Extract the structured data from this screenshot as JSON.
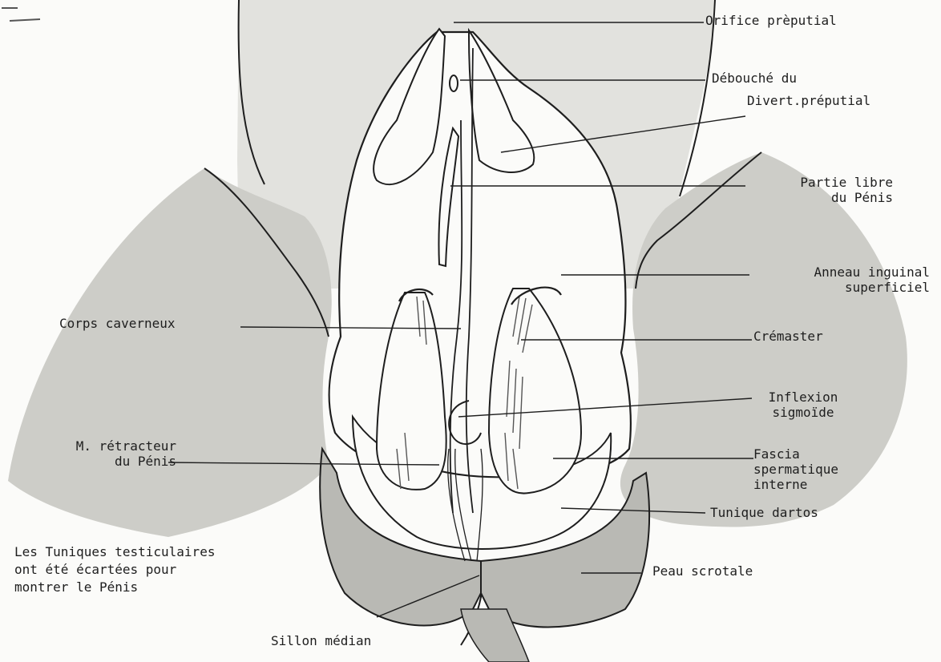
{
  "labels": {
    "orifice_preputial": "Orifice prèputial",
    "debouche_du": "Débouché du",
    "divert_preputial": "Divert.préputial",
    "partie_libre_line1": "Partie libre",
    "partie_libre_line2": "du Pénis",
    "anneau_line1": "Anneau inguinal",
    "anneau_line2": "superficiel",
    "cremaster": "Crémaster",
    "inflexion_line1": "Inflexion",
    "inflexion_line2": "sigmoïde",
    "fascia_line1": "Fascia",
    "fascia_line2": "spermatique",
    "fascia_line3": "interne",
    "tunique_dartos": "Tunique dartos",
    "peau_scrotale": "Peau scrotale",
    "corps_caverneux": "Corps caverneux",
    "retracteur_line1": "M. rétracteur",
    "retracteur_line2": "du Pénis",
    "sillon_median": "Sillon médian",
    "note_line1": "Les Tuniques testiculaires",
    "note_line2": "ont été écartées pour",
    "note_line3": "montrer le Pénis"
  },
  "colors": {
    "ink": "#1e1e1e",
    "light_shade": "#e2e2de",
    "mid_shade": "#cdcdc8",
    "dark_shade": "#b9b9b4",
    "paper": "#fbfbf9"
  }
}
